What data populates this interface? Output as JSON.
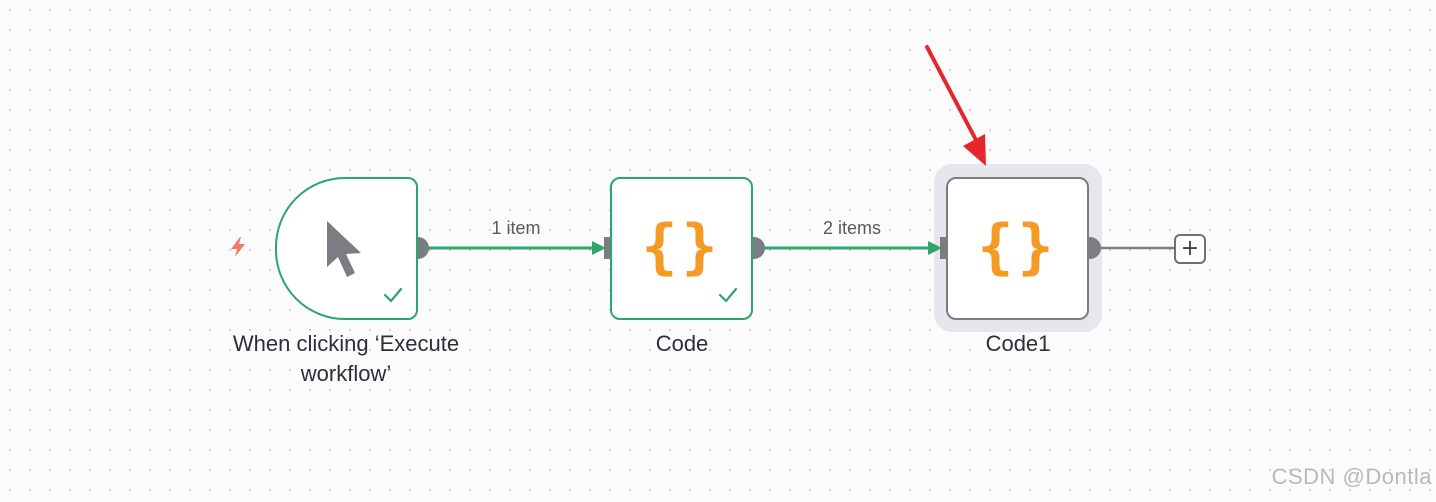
{
  "nodes": {
    "trigger": {
      "label": "When clicking ‘Execute workflow’",
      "icon": "cursor-icon",
      "status": "success"
    },
    "code": {
      "label": "Code",
      "icon": "braces-icon",
      "glyph": "{}",
      "status": "success"
    },
    "code1": {
      "label": "Code1",
      "icon": "braces-icon",
      "glyph": "{}",
      "selected": true
    }
  },
  "edges": [
    {
      "from": "trigger",
      "to": "code",
      "label": "1 item"
    },
    {
      "from": "code",
      "to": "code1",
      "label": "2 items"
    }
  ],
  "add_node": {
    "label": "+"
  },
  "watermark": "CSDN @Dontla",
  "colors": {
    "success": "#2ea56b",
    "accent_orange": "#f59a23",
    "trigger_bolt": "#f07a6b",
    "arrow_annotation": "#e5262b",
    "node_border_default": "#7b7d83"
  }
}
